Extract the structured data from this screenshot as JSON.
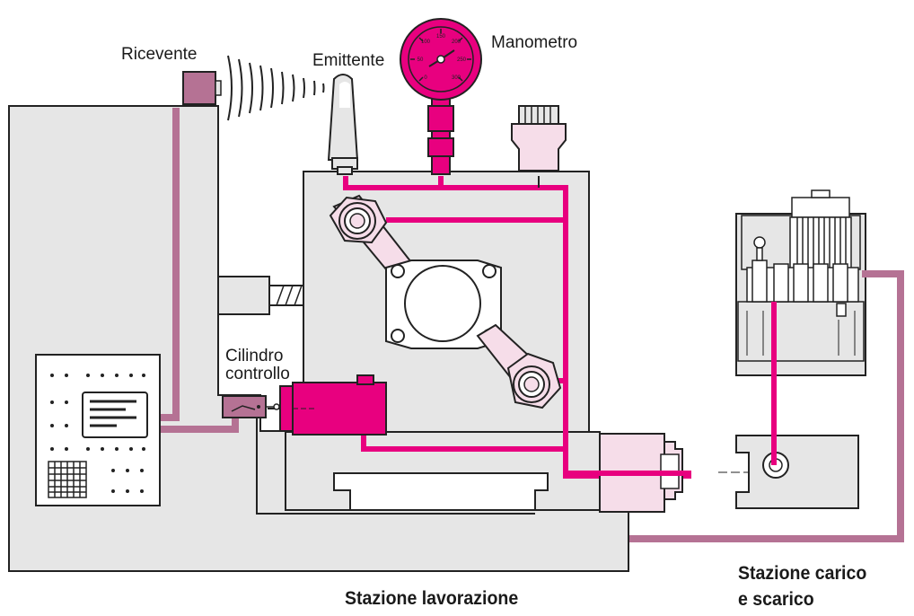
{
  "labels": {
    "ricevente": "Ricevente",
    "emittente": "Emittente",
    "manometro": "Manometro",
    "cilindro_line1": "Cilindro",
    "cilindro_line2": "controllo",
    "stazione_lavorazione": "Stazione lavorazione",
    "stazione_carico_line1": "Stazione carico",
    "stazione_carico_line2": "e scarico"
  },
  "gauge": {
    "scale_marks": [
      "0",
      "50",
      "100",
      "150",
      "200",
      "250",
      "300",
      "350"
    ]
  },
  "colors": {
    "hydraulic_line": "#e8007f",
    "signal_line": "#b57294",
    "machine_fill": "#e6e6e6",
    "component_fill": "#f6dde9",
    "outline": "#222222",
    "cylinder_magenta": "#e8007f"
  }
}
